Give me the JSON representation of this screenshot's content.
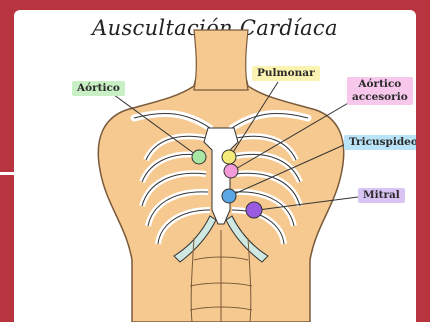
{
  "title": "Auscultación Cardíaca",
  "labels": {
    "aortico": "Aórtico",
    "pulmonar": "Pulmonar",
    "aortico_accesorio_line1": "Aórtico",
    "aortico_accesorio_line2": "accesorio",
    "tricuspideo": "Tricuspideo",
    "mitral": "Mitral"
  },
  "colors": {
    "frame": "#b8353f",
    "skin": "#f5c990",
    "rib_cartilage": "#cfe8e1",
    "aortico": "#c9efc5",
    "pulmonar": "#fbf3b1",
    "aortico_accesorio": "#f7c7ec",
    "tricuspideo": "#b9e3f6",
    "mitral": "#d9c5f4"
  }
}
